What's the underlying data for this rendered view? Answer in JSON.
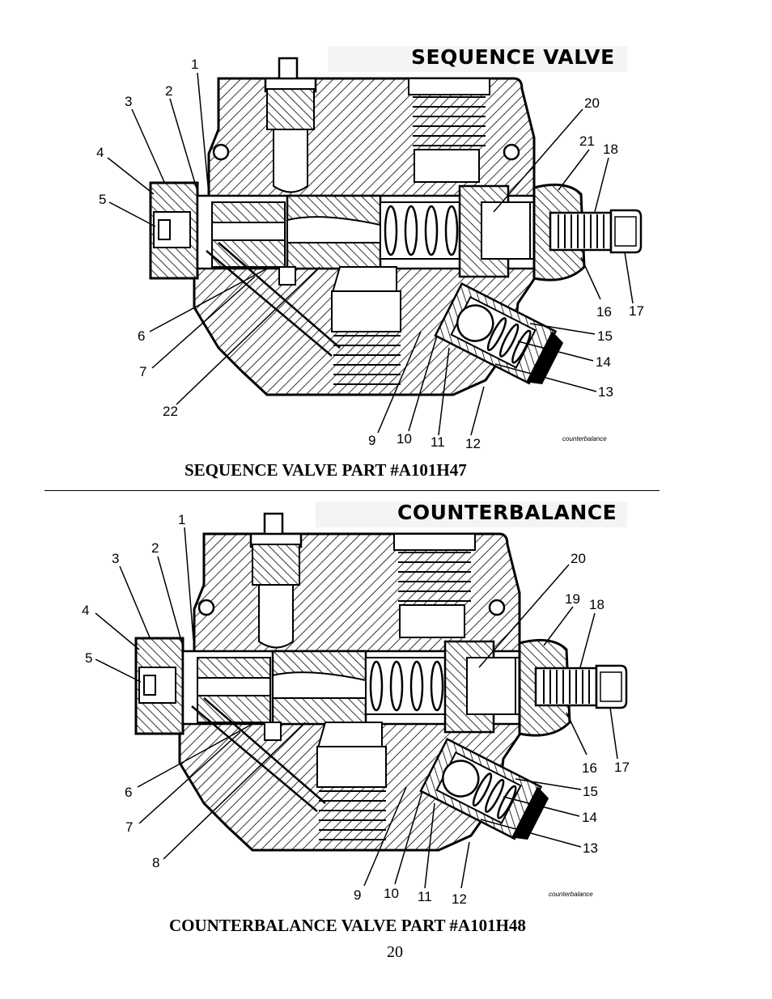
{
  "diagrams": [
    {
      "title": "SEQUENCE VALVE",
      "watermark": "counterbalance",
      "caption": "SEQUENCE VALVE PART #A101H47",
      "labels": [
        "1",
        "2",
        "3",
        "4",
        "5",
        "6",
        "7",
        "22",
        "9",
        "10",
        "11",
        "12",
        "13",
        "14",
        "15",
        "16",
        "17",
        "18",
        "20",
        "21"
      ]
    },
    {
      "title": "COUNTERBALANCE",
      "watermark": "counterbalance",
      "caption": "COUNTERBALANCE VALVE PART #A101H48",
      "labels": [
        "1",
        "2",
        "3",
        "4",
        "5",
        "6",
        "7",
        "8",
        "9",
        "10",
        "11",
        "12",
        "13",
        "14",
        "15",
        "16",
        "17",
        "18",
        "19",
        "20"
      ]
    }
  ],
  "page_number": "20"
}
